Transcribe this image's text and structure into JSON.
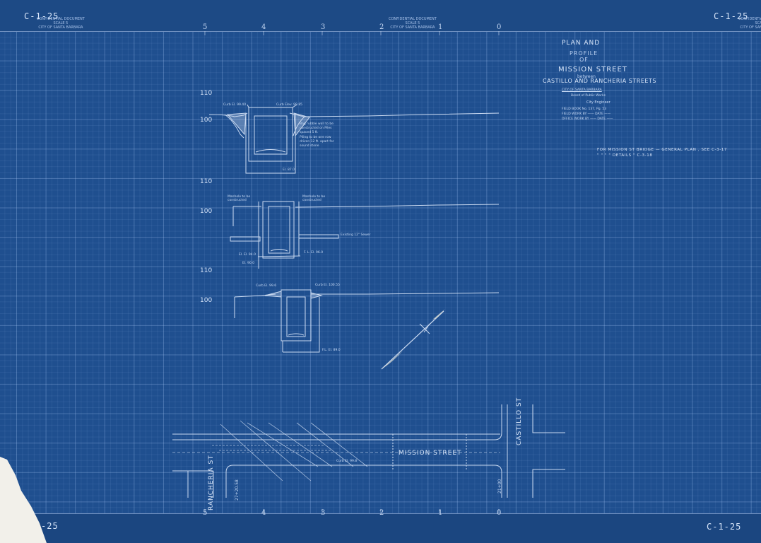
{
  "sheet": {
    "number_top_left": "C-1-25",
    "number_top_right": "C-1-25",
    "number_bottom_left": "-25",
    "number_bottom_right": "C-1-25",
    "stamp_lines": [
      "CONFIDENTIAL DOCUMENT",
      "SCALE 5",
      "CITY OF SANTA BARBARA"
    ],
    "background_color": "#1f4f8f",
    "line_color": "#d8e6fa"
  },
  "title_block": {
    "line1": "PLAN AND",
    "line2": "PROFILE",
    "line3": "OF",
    "line4": "MISSION STREET",
    "line5": "between",
    "line6": "CASTILLO AND RANCHERIA STREETS",
    "city": "CITY OF SANTA BARBARA",
    "board": "Board of Public Works",
    "engineer": "City Engineer",
    "details": [
      "FIELD BOOK No. 137, Pg. 53",
      "FIELD WORK BY —— DATE ——",
      "OFFICE WORK BY —— DATE ——"
    ]
  },
  "references": {
    "line1": "FOR MISSION ST BRIDGE — GENERAL PLAN , SEE   C-3-17",
    "line2": "\"     \"     \"     \"       DETAILS        \"    C-3-18"
  },
  "scale_top": [
    "5",
    "4",
    "3",
    "2",
    "1",
    "0"
  ],
  "scale_bottom": [
    "5",
    "4",
    "3",
    "2",
    "1",
    "0"
  ],
  "profiles": [
    {
      "elev_upper": "110",
      "elev_lower": "100",
      "labels": {
        "curb_left": "Curb El. 99.40",
        "curb_right": "Curb Elev. 99.85",
        "bottom": "El. 87.0",
        "note1": "Bag rubble wall to be",
        "note2": "constructed on Piles",
        "note3": "spaced 5 ft.",
        "note4": "Piling to be one row",
        "note5": "driven 12 ft. apart for",
        "note6": "sound stone"
      }
    },
    {
      "elev_upper": "110",
      "elev_lower": "100",
      "labels": {
        "manhole_left": "Manhole to be constructed",
        "manhole_right": "Manhole to be constructed",
        "sewer": "Existing 12\" Sewer",
        "el_left": "El. El. 94.0",
        "el_right": "F. L. El. 96.0",
        "el_bottom": "El. 90.0"
      }
    },
    {
      "elev_upper": "110",
      "elev_lower": "100",
      "labels": {
        "curb_left": "Curb El. 99.6",
        "curb_right": "Curb El. 100.55",
        "bottom": "F.L. El. 89.0"
      }
    }
  ],
  "plan": {
    "main_street": "MISSION   STREET",
    "left_cross": "RANCHERIA ST",
    "right_cross": "CASTILLO ST",
    "station_left": "27+20.58",
    "station_right": "21+00",
    "bridge_note": "Curb El. 99.8"
  }
}
